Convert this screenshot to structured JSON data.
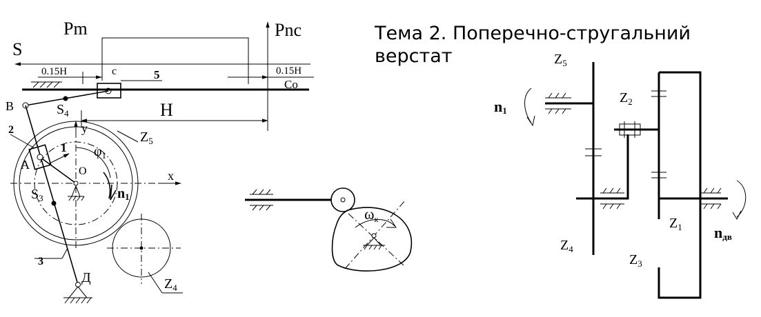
{
  "title": {
    "line1": "Тема 2. Поперечно-стругальний",
    "line2": "верстат"
  },
  "mechanism": {
    "pm": "Pm",
    "pnc": "Pnc",
    "s": "S",
    "h_left": "0.15H",
    "h_right": "0.15H",
    "c": "c",
    "link5": "5",
    "co": "Co",
    "b": "B",
    "s4": "S",
    "s4_sub": "4",
    "h": "H",
    "link2": "2",
    "link1": "1",
    "y": "y",
    "phi": "φ",
    "phi_sub": "1",
    "z5": "Z",
    "z5_sub": "5",
    "a": "A",
    "o": "O",
    "x": "x",
    "s3": "S",
    "s3_sub": "3",
    "n1": "n",
    "n1_sub": "1",
    "link3": "3",
    "d": "Д",
    "z4": "Z",
    "z4_sub": "4"
  },
  "cam": {
    "omega": "ω",
    "omega_sub": "к"
  },
  "gearbox": {
    "z5": "Z",
    "z5_sub": "5",
    "n1": "n",
    "n1_sub": "1",
    "z2": "Z",
    "z2_sub": "2",
    "z1": "Z",
    "z1_sub": "1",
    "n_dv": "n",
    "n_dv_sub": "дв",
    "z4": "Z",
    "z4_sub": "4",
    "z3": "Z",
    "z3_sub": "3"
  }
}
